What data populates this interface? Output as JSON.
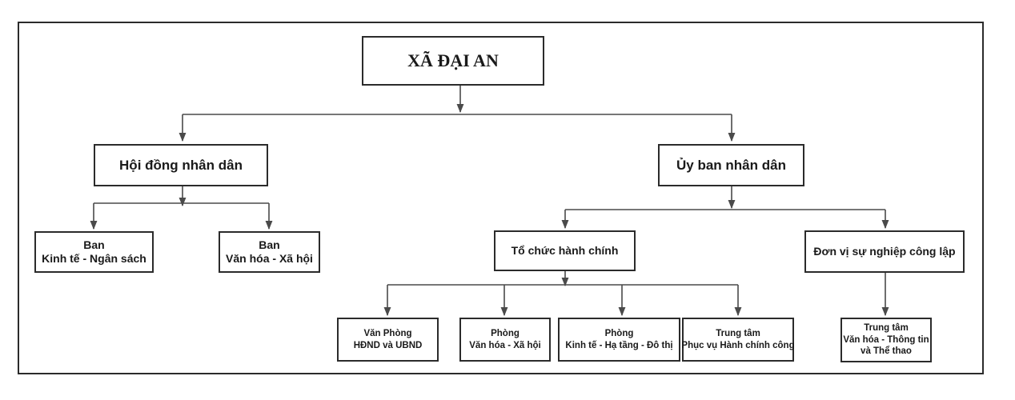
{
  "root": {
    "label": "XÃ ĐẠI AN"
  },
  "hdnd": {
    "label": "Hội đồng nhân dân",
    "children": [
      {
        "lines": [
          "Ban",
          "Kinh tế - Ngân sách"
        ]
      },
      {
        "lines": [
          "Ban",
          "Văn hóa - Xã hội"
        ]
      }
    ]
  },
  "ubnd": {
    "label": "Ủy ban nhân dân",
    "to_chuc": {
      "label": "Tổ chức hành chính",
      "children": [
        {
          "lines": [
            "Văn Phòng",
            "HĐND và UBND"
          ]
        },
        {
          "lines": [
            "Phòng",
            "Văn hóa - Xã hội"
          ]
        },
        {
          "lines": [
            "Phòng",
            "Kinh tế - Hạ tầng - Đô thị"
          ]
        },
        {
          "lines": [
            "Trung tâm",
            "Phục vụ Hành chính công"
          ]
        }
      ]
    },
    "don_vi": {
      "label": "Đơn vị sự nghiệp công lập",
      "children": [
        {
          "lines": [
            "Trung tâm",
            "Văn hóa - Thông tin",
            "và Thể thao"
          ]
        }
      ]
    }
  },
  "colors": {
    "line": "#4a4a4a",
    "border": "#2b2b2b",
    "background": "#ffffff"
  }
}
